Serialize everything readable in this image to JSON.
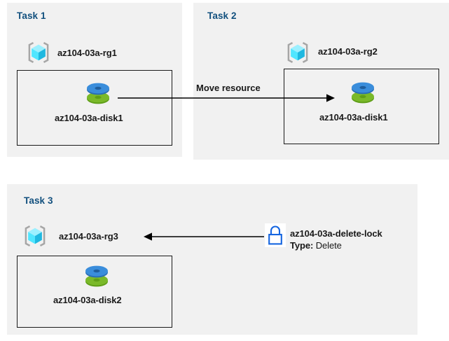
{
  "diagram": {
    "title": "Azure resource group tasks diagram",
    "background_color": "#ffffff",
    "panel_color": "#f1f1f1",
    "heading_color": "#12507e",
    "line_color": "#000000"
  },
  "panels": [
    {
      "id": "task1",
      "title": "Task 1",
      "resource_group": {
        "icon": "resource-group-icon",
        "label": "az104-03a-rg1"
      },
      "resource": {
        "icon": "managed-disk-icon",
        "label": "az104-03a-disk1"
      }
    },
    {
      "id": "task2",
      "title": "Task 2",
      "resource_group": {
        "icon": "resource-group-icon",
        "label": "az104-03a-rg2"
      },
      "resource": {
        "icon": "managed-disk-icon",
        "label": "az104-03a-disk1"
      }
    },
    {
      "id": "task3",
      "title": "Task 3",
      "resource_group": {
        "icon": "resource-group-icon",
        "label": "az104-03a-rg3"
      },
      "resource": {
        "icon": "managed-disk-icon",
        "label": "az104-03a-disk2"
      },
      "lock": {
        "icon": "padlock-icon",
        "label": "az104-03a-delete-lock",
        "type_label": "Type:",
        "type_value": "Delete"
      }
    }
  ],
  "connectors": {
    "move_resource": {
      "label": "Move resource",
      "direction": "right"
    },
    "lock_applies_to": {
      "label": "",
      "direction": "left"
    }
  },
  "colors": {
    "disk_blue": "#3a8ddb",
    "disk_green": "#7ab929",
    "cube_cyan": "#50e6ff",
    "bracket_grey": "#a6a6a6",
    "lock_blue": "#1565e0"
  }
}
